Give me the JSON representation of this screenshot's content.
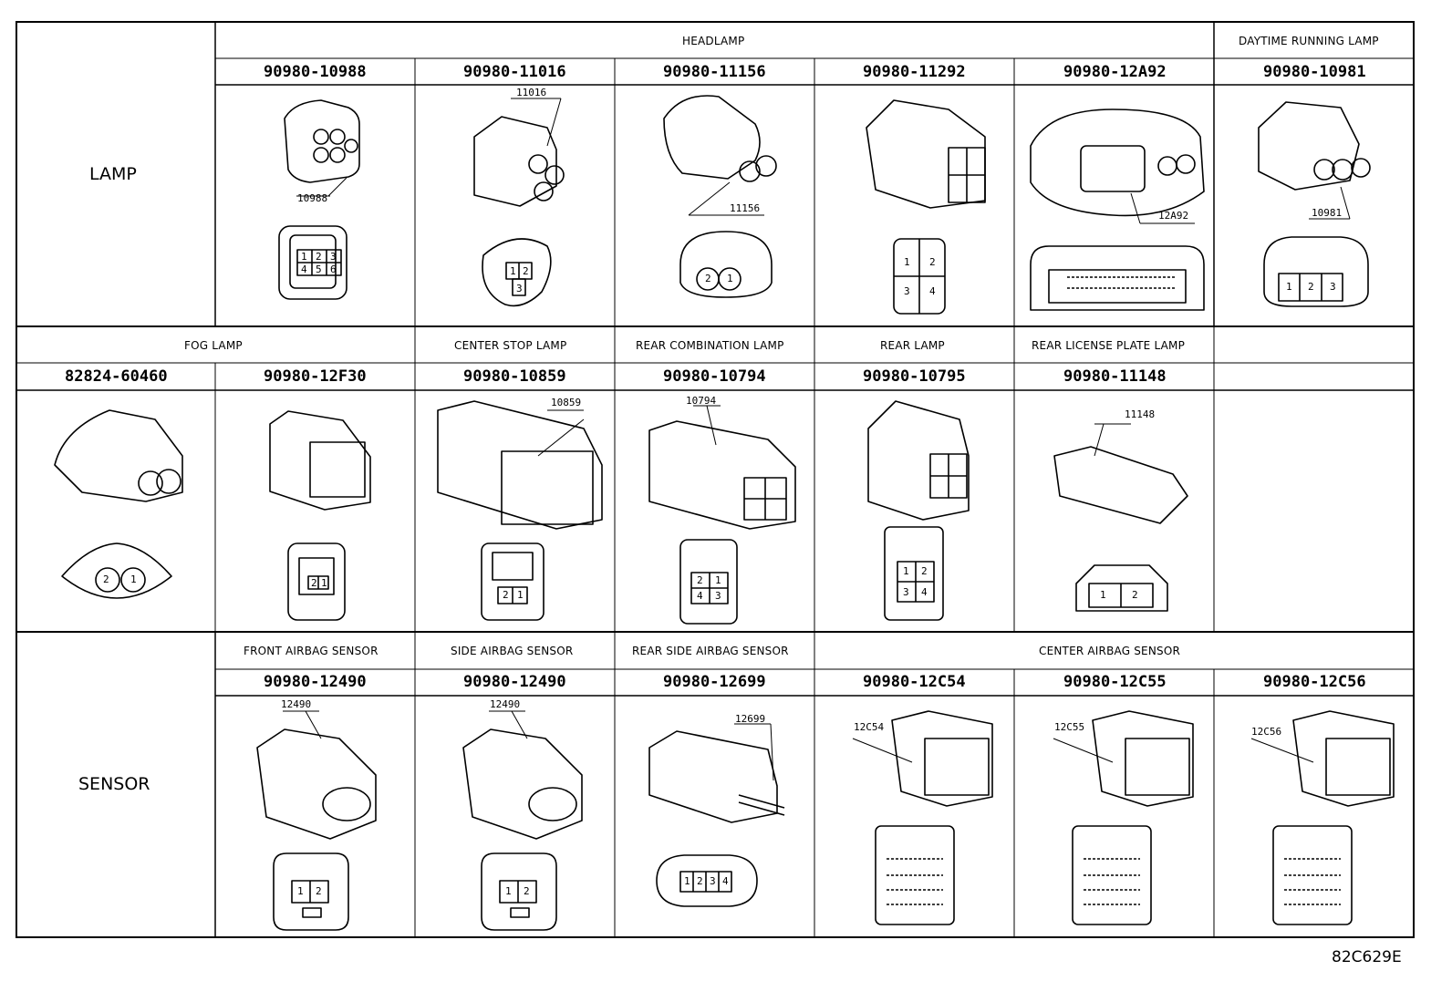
{
  "rows": [
    {
      "category": "LAMP",
      "headers": [
        "HEADLAMP",
        "DAYTIME RUNNING LAMP"
      ],
      "parts": [
        {
          "part_no": "90980-10988",
          "tag": "10988",
          "pins": [
            "1",
            "2",
            "3",
            "4",
            "5",
            "6"
          ]
        },
        {
          "part_no": "90980-11016",
          "tag": "11016",
          "pins": [
            "1",
            "2",
            "3"
          ]
        },
        {
          "part_no": "90980-11156",
          "tag": "11156",
          "pins": [
            "2",
            "1"
          ]
        },
        {
          "part_no": "90980-11292",
          "tag": "",
          "pins": [
            "1",
            "2",
            "3",
            "4"
          ]
        },
        {
          "part_no": "90980-12A92",
          "tag": "12A92",
          "pins": []
        },
        {
          "part_no": "90980-10981",
          "tag": "10981",
          "pins": [
            "1",
            "2",
            "3"
          ]
        }
      ]
    },
    {
      "category": "",
      "headers": [
        "FOG LAMP",
        "CENTER STOP LAMP",
        "REAR COMBINATION LAMP",
        "REAR LAMP",
        "REAR LICENSE PLATE LAMP"
      ],
      "parts": [
        {
          "part_no": "82824-60460",
          "tag": "",
          "pins": [
            "2",
            "1"
          ]
        },
        {
          "part_no": "90980-12F30",
          "tag": "",
          "pins": [
            "2",
            "1"
          ]
        },
        {
          "part_no": "90980-10859",
          "tag": "10859",
          "pins": [
            "2",
            "1"
          ]
        },
        {
          "part_no": "90980-10794",
          "tag": "10794",
          "pins": [
            "2",
            "1",
            "4",
            "3"
          ]
        },
        {
          "part_no": "90980-10795",
          "tag": "",
          "pins": [
            "1",
            "2",
            "3",
            "4"
          ]
        },
        {
          "part_no": "90980-11148",
          "tag": "11148",
          "pins": [
            "1",
            "2"
          ]
        }
      ]
    },
    {
      "category": "SENSOR",
      "headers": [
        "FRONT AIRBAG SENSOR",
        "SIDE AIRBAG SENSOR",
        "REAR SIDE AIRBAG SENSOR",
        "CENTER AIRBAG SENSOR"
      ],
      "parts": [
        {
          "part_no": "90980-12490",
          "tag": "12490",
          "pins": [
            "1",
            "2"
          ]
        },
        {
          "part_no": "90980-12490",
          "tag": "12490",
          "pins": [
            "1",
            "2"
          ]
        },
        {
          "part_no": "90980-12699",
          "tag": "12699",
          "pins": [
            "1",
            "2",
            "3",
            "4"
          ]
        },
        {
          "part_no": "90980-12C54",
          "tag": "12C54",
          "pins": []
        },
        {
          "part_no": "90980-12C55",
          "tag": "12C55",
          "pins": []
        },
        {
          "part_no": "90980-12C56",
          "tag": "12C56",
          "pins": []
        }
      ]
    }
  ],
  "figure_ref": "82C629E"
}
